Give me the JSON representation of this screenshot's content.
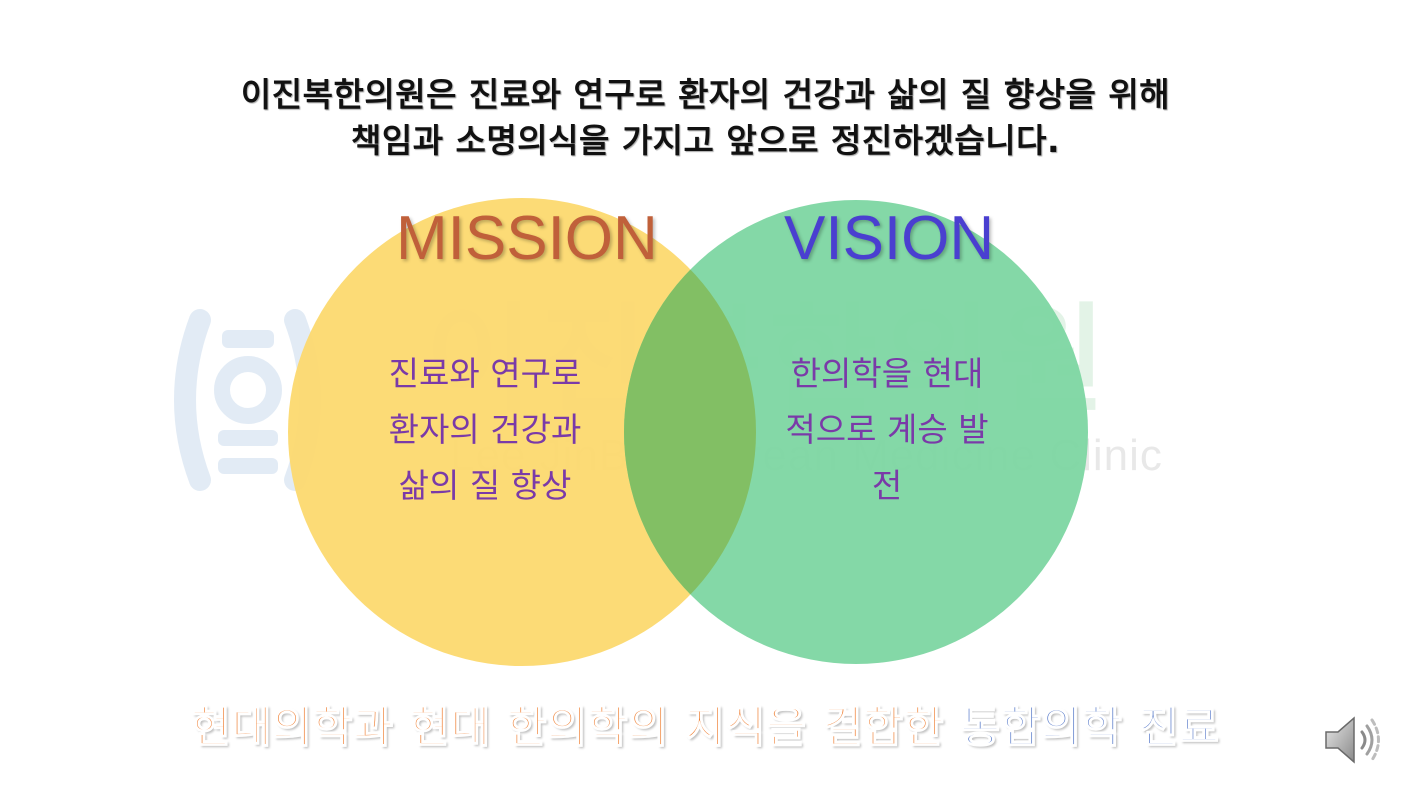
{
  "statement": {
    "line1": "이진복한의원은 진료와 연구로 환자의 건강과 삶의 질 향상을 위해",
    "line2": "책임과 소명의식을 가지고 앞으로 정진하겠습니다."
  },
  "watermark": {
    "name_part1": "이진",
    "name_part2": "복",
    "name_part3": "한의원",
    "subtitle": "Lee JinBok Korean Medicine Clinic"
  },
  "mission": {
    "title": "MISSION",
    "lines": [
      "진료와 연구로",
      "환자의 건강과",
      "삶의 질 향상"
    ]
  },
  "vision": {
    "title": "VISION",
    "lines": [
      "한의학을 현대",
      "적으로 계승 발",
      "전"
    ]
  },
  "tagline": {
    "part1": "현대의학과 현대 한의학의 지식을 결합한 ",
    "part2": "통합의학 진료"
  },
  "colors": {
    "mission_circle": "#fcd96f",
    "vision_circle": "#7dd6a2",
    "overlap": "#82bf64",
    "mission_title": "#c0603a",
    "vision_title": "#4a3fd0",
    "circle_text": "#7a3aa8",
    "tagline_orange": "#ef7b2c",
    "tagline_blue": "#4a6fc5"
  },
  "icons": {
    "speaker": "speaker-icon",
    "logo_mark": "clinic-logo-mark"
  }
}
